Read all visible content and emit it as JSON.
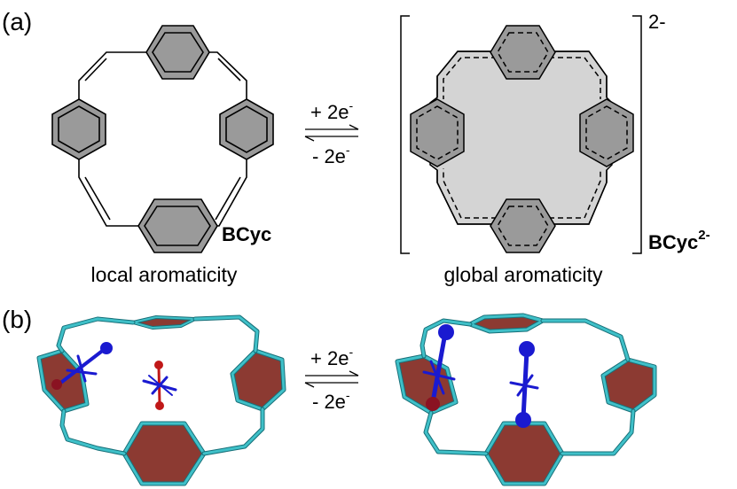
{
  "panels": {
    "a": {
      "label": "(a)",
      "left_compound": "BCyc",
      "right_compound": "BCyc",
      "right_compound_superscript": "2-",
      "bracket_charge": "2-",
      "arrow_top": "+ 2e",
      "arrow_top_sup": "-",
      "arrow_bottom": "- 2e",
      "arrow_bottom_sup": "-",
      "left_caption": "local aromaticity",
      "right_caption": "global aromaticity"
    },
    "b": {
      "label": "(b)",
      "arrow_top": "+ 2e",
      "arrow_top_sup": "-",
      "arrow_bottom": "- 2e",
      "arrow_bottom_sup": "-"
    }
  },
  "colors": {
    "ring_fill": "#9a9a9a",
    "global_fill": "#d4d4d4",
    "bond": "#000000",
    "tube": "#3fc0c8",
    "tube_dark": "#176f78",
    "ring_face": "#8c3a32",
    "atom_blue": "#1a1ad0",
    "atom_red": "#c01818"
  }
}
